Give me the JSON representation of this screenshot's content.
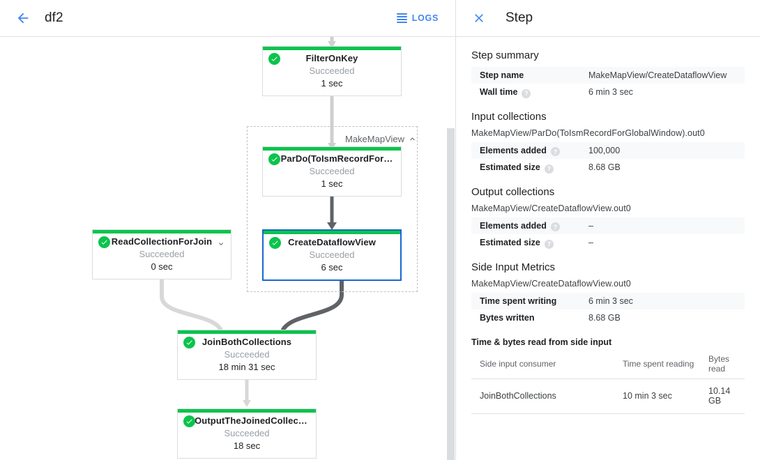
{
  "header": {
    "back_icon": "arrow-left-icon",
    "job_name": "df2",
    "logs_label": "LOGS",
    "logs_icon": "logs-lines-icon",
    "accent_color": "#4285f4"
  },
  "graph": {
    "composite": {
      "label": "MakeMapView",
      "collapse_icon": "chevron-up-icon"
    },
    "status_colors": {
      "succeeded": "#0ac44c",
      "selected_border": "#1967d2"
    },
    "nodes": [
      {
        "id": "filter-on-key",
        "title": "FilterOnKey",
        "status": "Succeeded",
        "time": "1 sec",
        "check_icon": "check-circle-icon"
      },
      {
        "id": "pardo-toismrecord",
        "title": "ParDo(ToIsmRecordFor…)",
        "title_display": "ParDo(ToIsmRecordFor…",
        "status": "Succeeded",
        "time": "1 sec",
        "check_icon": "check-circle-icon"
      },
      {
        "id": "create-dataflow-view",
        "title": "CreateDataflowView",
        "status": "Succeeded",
        "time": "6 sec",
        "check_icon": "check-circle-icon",
        "selected": true
      },
      {
        "id": "read-collection-for-join",
        "title": "ReadCollectionForJoin",
        "status": "Succeeded",
        "time": "0 sec",
        "check_icon": "check-circle-icon",
        "expand_icon": "chevron-down-icon"
      },
      {
        "id": "join-both-collections",
        "title": "JoinBothCollections",
        "status": "Succeeded",
        "time": "18 min 31 sec",
        "check_icon": "check-circle-icon"
      },
      {
        "id": "output-the-joined-collection",
        "title": "OutputTheJoinedCollec…",
        "status": "Succeeded",
        "time": "18 sec",
        "check_icon": "check-circle-icon"
      }
    ]
  },
  "panel": {
    "close_icon": "close-icon",
    "title": "Step",
    "step_summary": {
      "heading": "Step summary",
      "rows": [
        {
          "key": "Step name",
          "value": "MakeMapView/CreateDataflowView",
          "help": false
        },
        {
          "key": "Wall time",
          "value": "6 min 3 sec",
          "help": true
        }
      ]
    },
    "input_collections": {
      "heading": "Input collections",
      "path": "MakeMapView/ParDo(ToIsmRecordForGlobalWindow).out0",
      "rows": [
        {
          "key": "Elements added",
          "value": "100,000",
          "help": true
        },
        {
          "key": "Estimated size",
          "value": "8.68 GB",
          "help": true
        }
      ]
    },
    "output_collections": {
      "heading": "Output collections",
      "path": "MakeMapView/CreateDataflowView.out0",
      "rows": [
        {
          "key": "Elements added",
          "value": "–",
          "help": true
        },
        {
          "key": "Estimated size",
          "value": "–",
          "help": true
        }
      ]
    },
    "side_input_metrics": {
      "heading": "Side Input Metrics",
      "path": "MakeMapView/CreateDataflowView.out0",
      "rows": [
        {
          "key": "Time spent writing",
          "value": "6 min 3 sec",
          "help": false
        },
        {
          "key": "Bytes written",
          "value": "8.68 GB",
          "help": false
        }
      ],
      "table_title": "Time & bytes read from side input",
      "columns": [
        "Side input consumer",
        "Time spent reading",
        "Bytes read"
      ],
      "table_rows": [
        [
          "JoinBothCollections",
          "10 min 3 sec",
          "10.14 GB"
        ]
      ]
    }
  }
}
